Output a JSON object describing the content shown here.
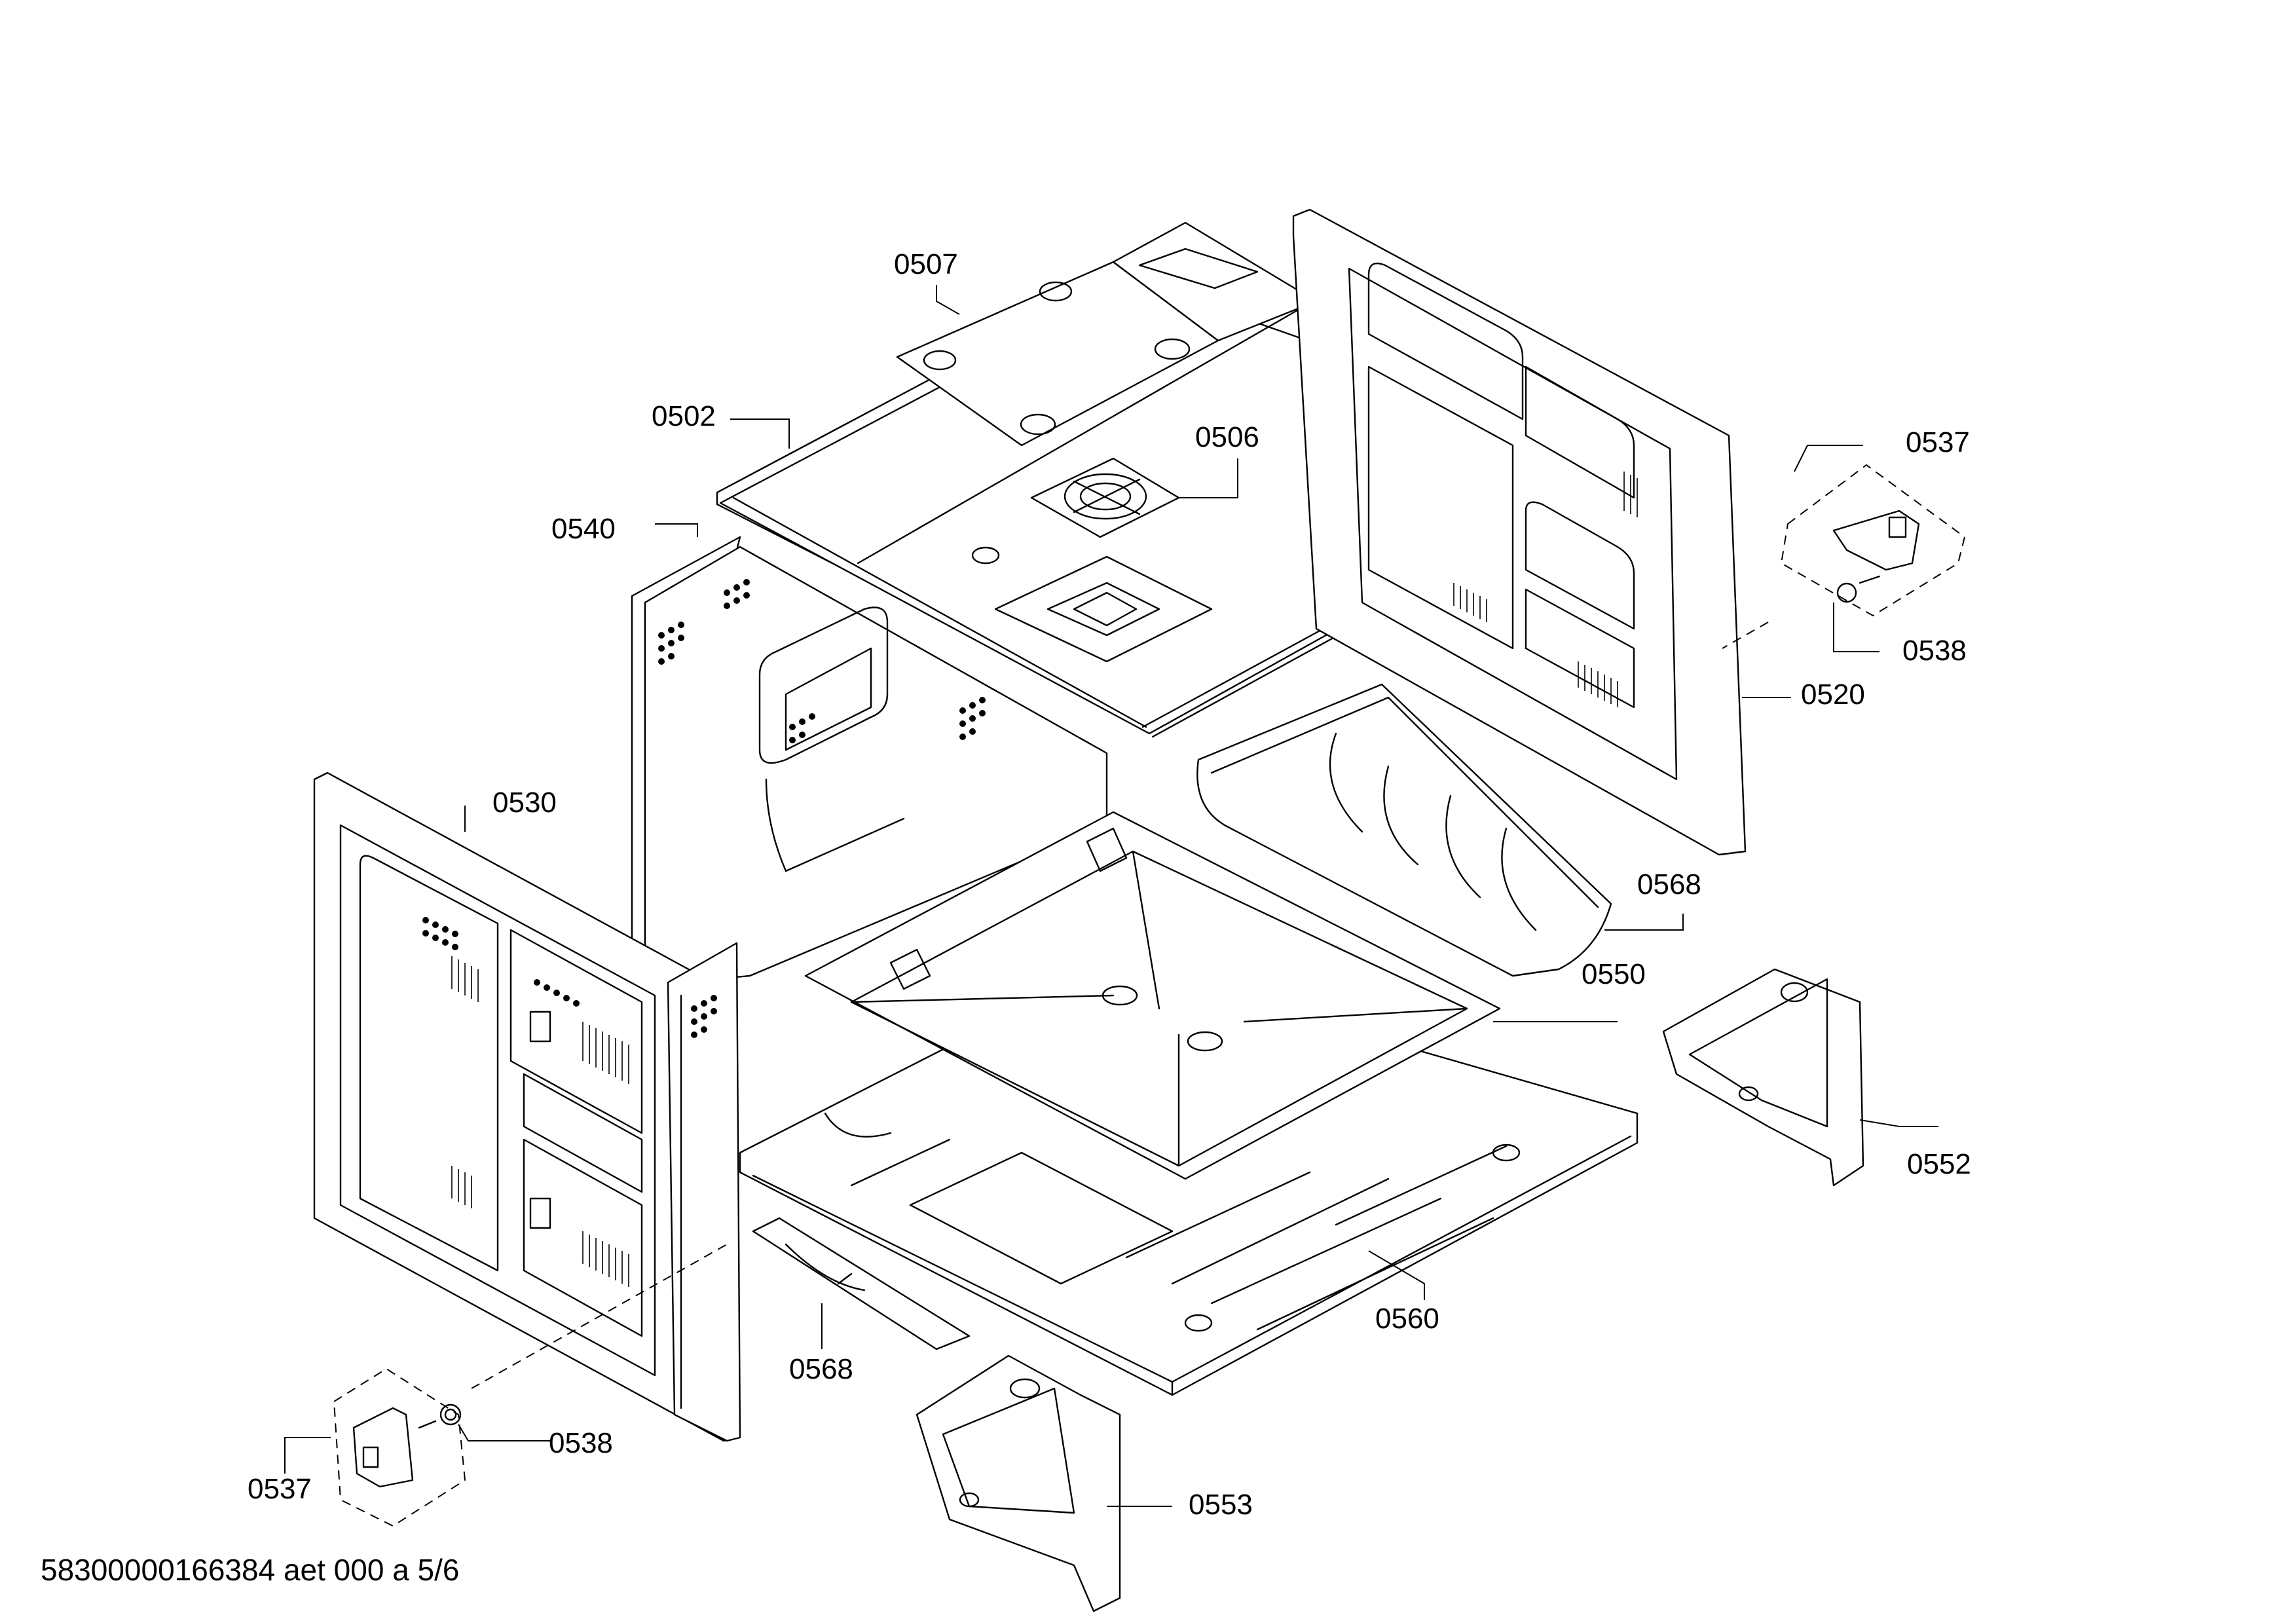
{
  "labels": {
    "p0507": "0507",
    "p0502": "0502",
    "p0506": "0506",
    "p0540": "0540",
    "p0537_right": "0537",
    "p0538_right": "0538",
    "p0520": "0520",
    "p0530": "0530",
    "p0568_upper": "0568",
    "p0550": "0550",
    "p0552": "0552",
    "p0560": "0560",
    "p0568_lower": "0568",
    "p0538_left": "0538",
    "p0537_left": "0537",
    "p0553": "0553"
  },
  "footer": {
    "doc_id": "58300000166384 aet 000 a 5/6"
  }
}
